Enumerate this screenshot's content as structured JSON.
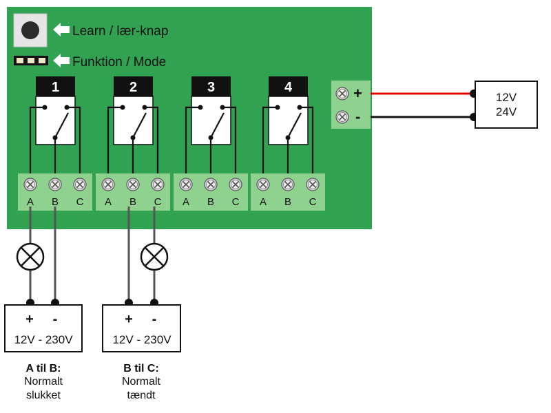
{
  "colors": {
    "board": "#31a152",
    "board_edge": "#2a8a46",
    "terminal_block": "#8fd18f",
    "wire_red": "#e00000",
    "wire_black": "#111111",
    "wire_grey": "#555555"
  },
  "labels": {
    "learn": "Learn / lær-knap",
    "mode": "Funktion / Mode"
  },
  "relays": [
    {
      "number": "1"
    },
    {
      "number": "2"
    },
    {
      "number": "3"
    },
    {
      "number": "4"
    }
  ],
  "terminals": [
    "A",
    "B",
    "C"
  ],
  "power_terminals": {
    "plus": "+",
    "minus": "-"
  },
  "power_supply": {
    "line1": "12V",
    "line2": "24V"
  },
  "loads": [
    {
      "plus": "+",
      "minus": "-",
      "voltage": "12V - 230V",
      "caption_title": "A til B:",
      "caption_line1": "Normalt",
      "caption_line2": "slukket"
    },
    {
      "plus": "+",
      "minus": "-",
      "voltage": "12V - 230V",
      "caption_title": "B til C:",
      "caption_line1": "Normalt",
      "caption_line2": "tændt"
    }
  ],
  "icons": [
    "push-button-icon",
    "jumper-icon",
    "arrow-left-icon",
    "screw-terminal-icon",
    "lamp-icon",
    "relay-switch-icon"
  ]
}
